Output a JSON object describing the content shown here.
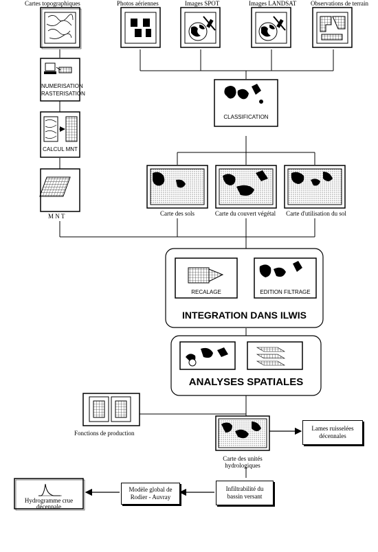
{
  "sources": {
    "cartes": "Cartes topographiques",
    "photos": "Photos aériennes",
    "spot": "Images SPOT",
    "landsat": "Images LANDSAT",
    "observations": "Observations de terrain"
  },
  "steps": {
    "numerisation_1": "NUMERISATION",
    "numerisation_2": "RASTERISATION",
    "calcul_mnt": "CALCUL MNT",
    "mnt": "M N T",
    "classification": "CLASSIFICATION",
    "carte_sols": "Carte des sols",
    "carte_couvert": "Carte du couvert végétal",
    "carte_utilisation": "Carte d'utilisation du sol"
  },
  "integration": {
    "recalage": "RECALAGE",
    "edition": "EDITION FILTRAGE",
    "title": "INTEGRATION DANS ILWIS"
  },
  "analyses": {
    "title": "ANALYSES SPATIALES"
  },
  "outputs": {
    "fonctions": "Fonctions de production",
    "lames_1": "Lames ruisselées",
    "lames_2": "décennales",
    "unites_1": "Carte des unités",
    "unites_2": "hydrologiques",
    "infil_1": "Infiltrabilité du",
    "infil_2": "bassin versant",
    "modele_1": "Modèle global de",
    "modele_2": "Rodier - Auvray",
    "hydro_1": "Hydrogramme crue",
    "hydro_2": "décennale"
  },
  "icons": [
    "map-contour-icon",
    "aerial-photo-icon",
    "globe-satellite-icon",
    "computer-icon",
    "grid-mesh-icon",
    "blob-map-icon",
    "curve-icon"
  ]
}
